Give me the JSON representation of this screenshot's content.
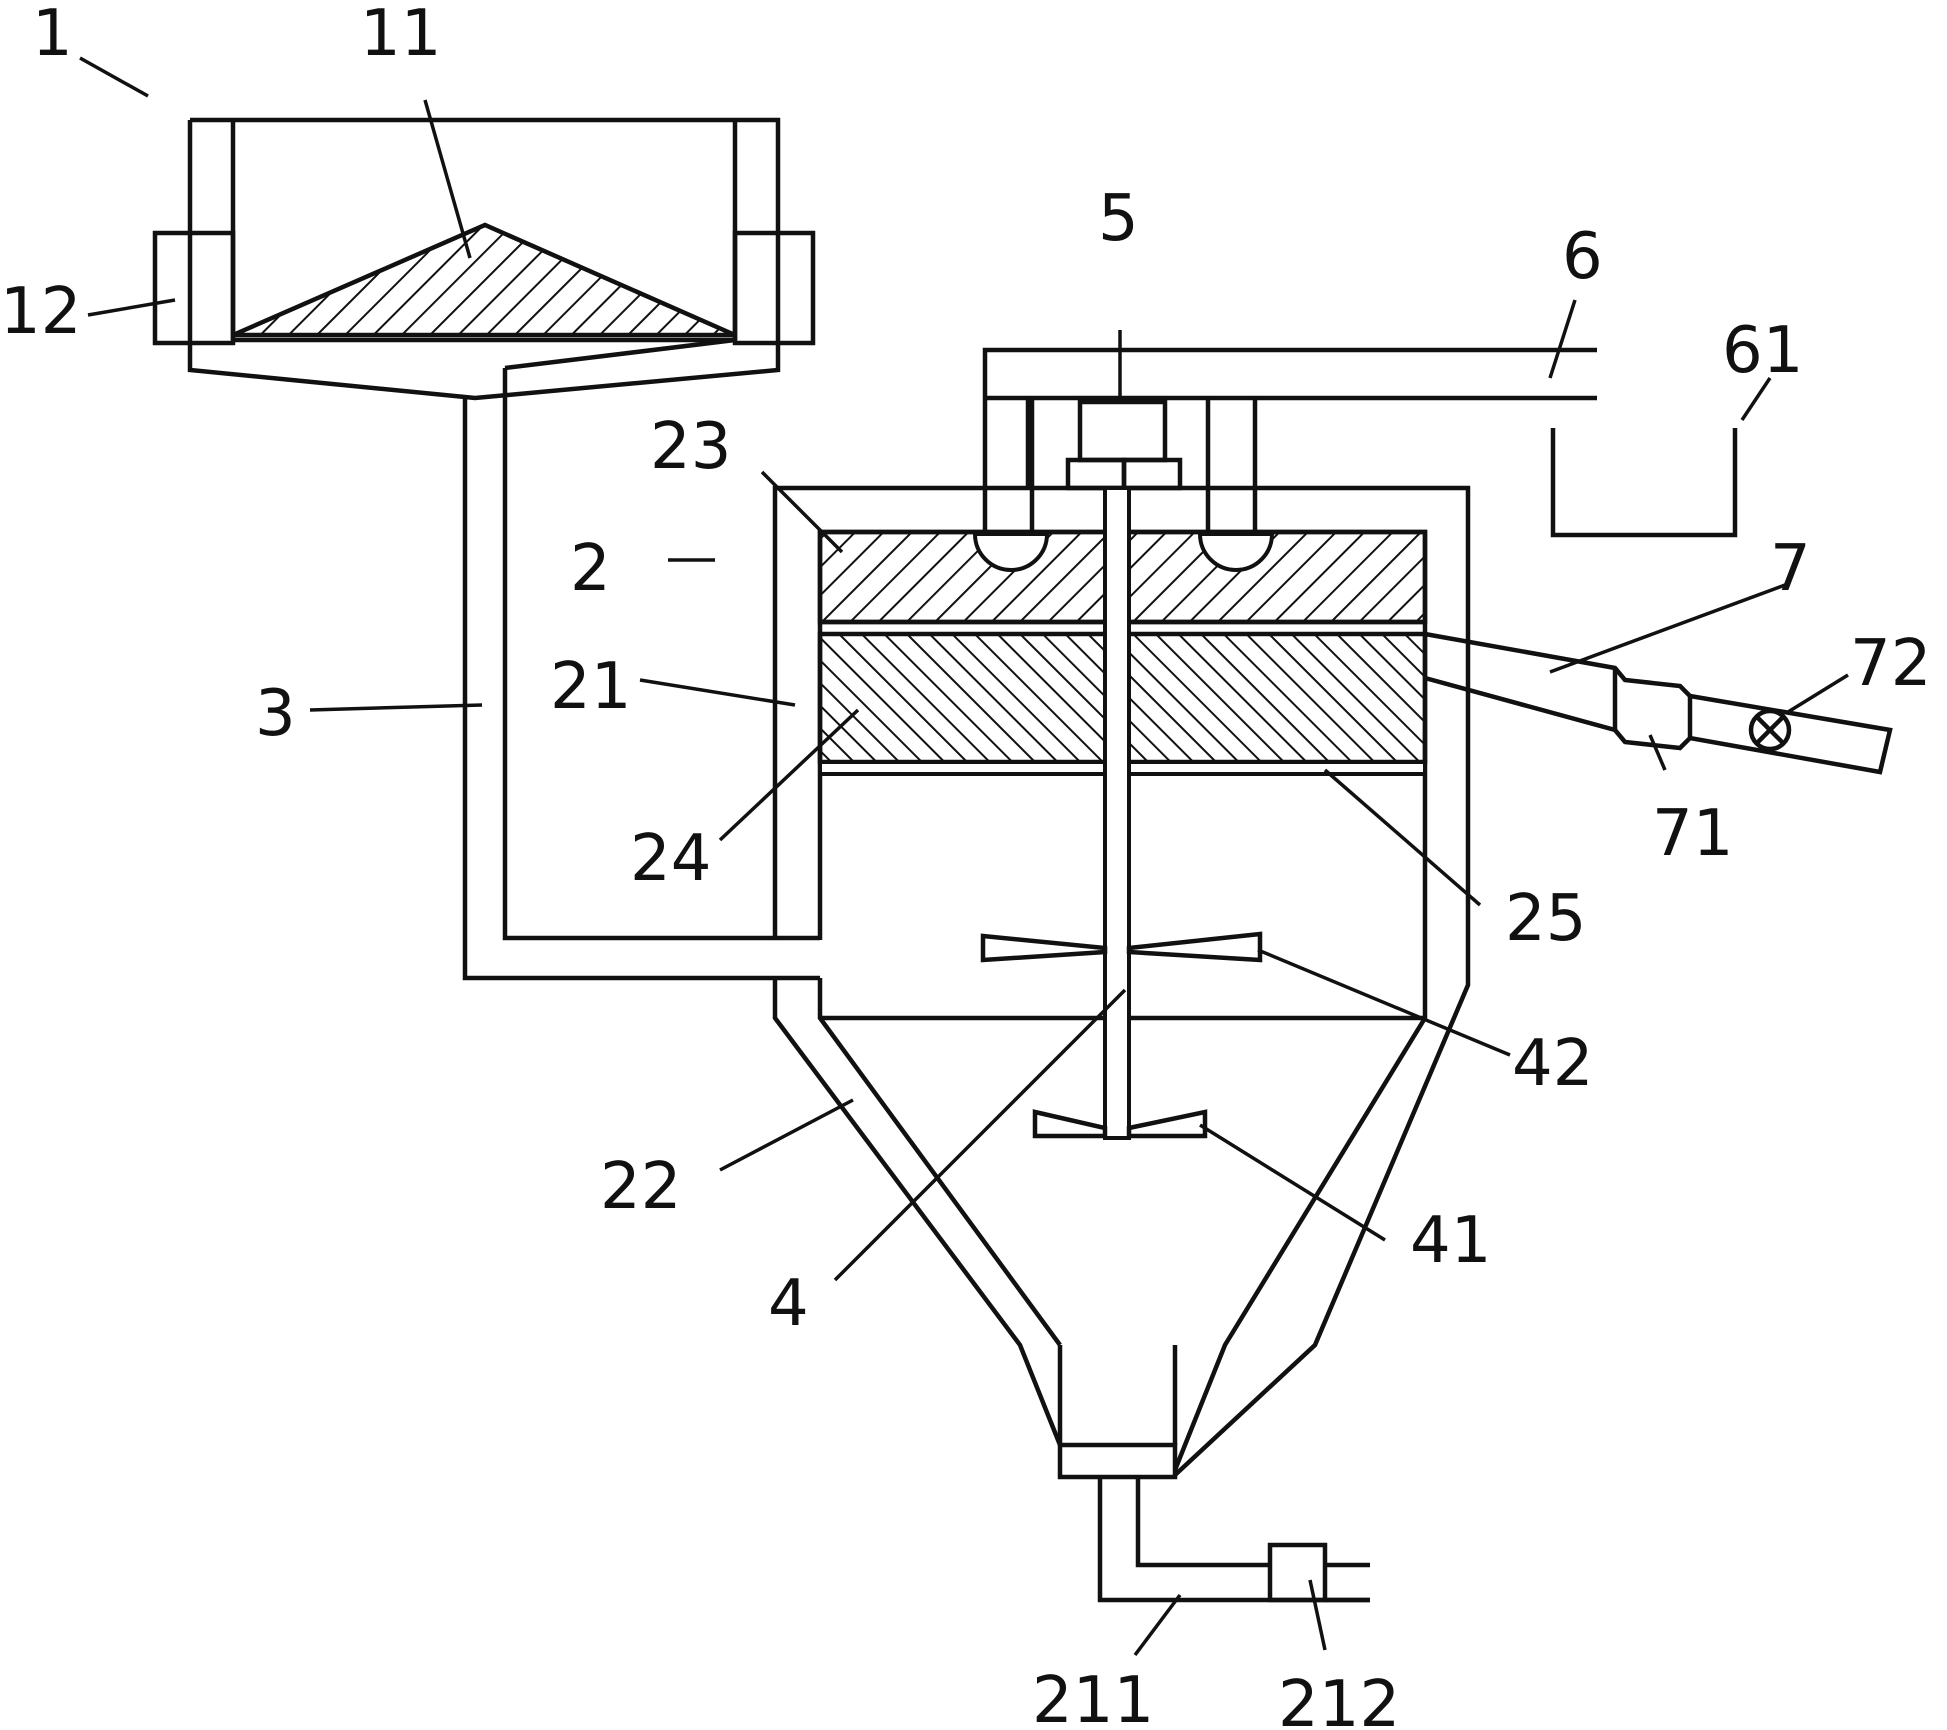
{
  "labels": {
    "l1": "1",
    "l11": "11",
    "l12": "12",
    "l2": "2",
    "l3": "3",
    "l4": "4",
    "l5": "5",
    "l6": "6",
    "l61": "61",
    "l7": "7",
    "l71": "71",
    "l72": "72",
    "l21": "21",
    "l22": "22",
    "l23": "23",
    "l24": "24",
    "l25": "25",
    "l41": "41",
    "l42": "42",
    "l211": "211",
    "l212": "212"
  }
}
